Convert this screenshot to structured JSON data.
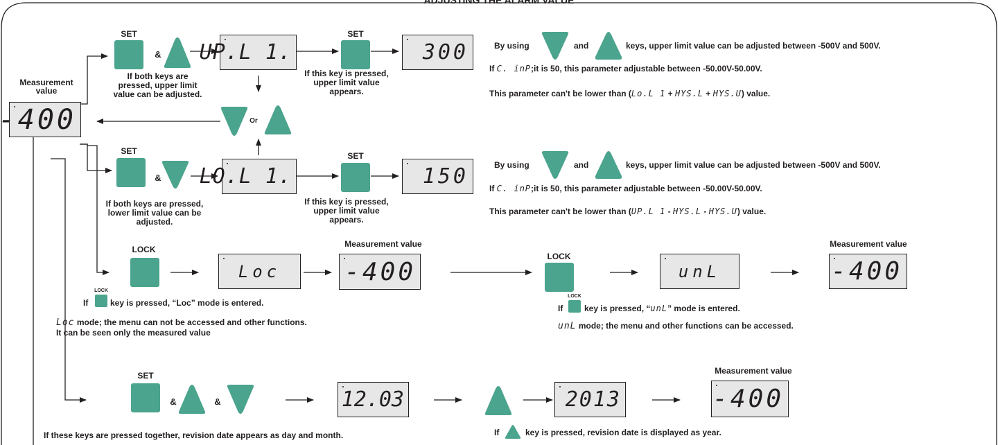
{
  "title": "ADJUSTING  THE ALARM  VALUE",
  "left": {
    "measurement_label": "Measurement value",
    "display": "-400"
  },
  "labels": {
    "set": "SET",
    "lock": "LOCK",
    "and": "&",
    "or": "Or",
    "measurement_value": "Measurement value"
  },
  "upper": {
    "display1": "UP.L 1.",
    "display2": "300",
    "caption_keys": "If both keys are pressed, upper limit value can be adjusted.",
    "caption_set": "If this key is pressed, upper limit value appears.",
    "info1": {
      "a": "By  using",
      "b": "and",
      "c": "keys,  upper limit value can be adjusted between -500V  and 500V."
    },
    "info2": {
      "sym": "C. inP",
      "text": ";it is 50, this parameter adjustable between -50.00V-50.00V."
    },
    "info3": {
      "a": "This parameter can't be lower than  (",
      "s1": "Lo.L 1",
      "p1": " + ",
      "s2": "HYS.L",
      "p2": " + ",
      "s3": "HYS.U",
      "b": ") value."
    }
  },
  "lower": {
    "display1": "LO.L 1.",
    "display2": "150",
    "caption_keys": "If both keys are pressed, lower limit value can be adjusted.",
    "caption_set": "If this key is pressed, upper limit value appears.",
    "info1": {
      "a": "By  using",
      "b": "and",
      "c": "keys,  upper limit value can be adjusted between -500V  and 500V."
    },
    "info2": {
      "sym": "C. inP",
      "text": ";it is 50, this parameter adjustable between -50.00V-50.00V."
    },
    "info3": {
      "a": "This parameter can't be lower than  (",
      "s1": "UP.L 1",
      "p1": " - ",
      "s2": "HYS.L",
      "p2": " - ",
      "s3": "HYS.U",
      "b": ") value."
    }
  },
  "lock": {
    "display_loc": "Loc",
    "display_meas": "-400",
    "key_press_a": "If",
    "key_press_b": "key is pressed, “Loc” mode is entered.",
    "mode_sym": "Loc",
    "mode_text": " mode; the menu can not be accessed  and other functions.",
    "mode_text2": "It can be seen only the measured value"
  },
  "unlock": {
    "display_unl": "unL",
    "display_meas": "-400",
    "key_press_a": "If",
    "key_press_b": "key is pressed, “",
    "key_press_sym": "unL",
    "key_press_c": "” mode is entered.",
    "mode_sym": "unL",
    "mode_text": "  mode; the menu and other functions can be accessed."
  },
  "revision": {
    "display_day": "12.03",
    "display_year": "2013",
    "display_meas": "-400",
    "caption_left": "If these keys are pressed together, revision date appears as day and month.",
    "caption_right_a": "If",
    "caption_right_b": "key is pressed, revision date is displayed as year."
  },
  "colors": {
    "key": "#4ba48d",
    "display_bg": "#e7e7e8",
    "line": "#231f20"
  }
}
